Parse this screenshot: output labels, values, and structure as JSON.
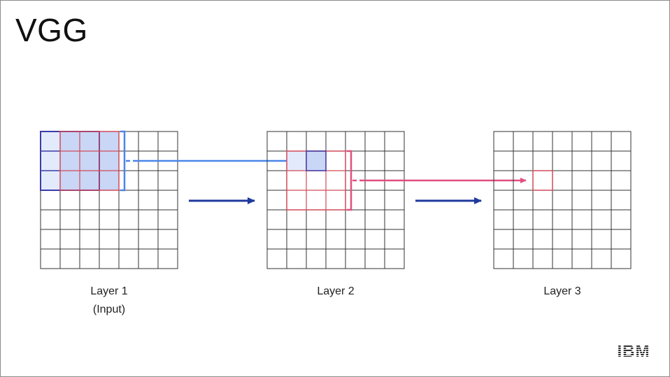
{
  "slide": {
    "title": "VGG"
  },
  "layers": [
    {
      "label": "Layer 1",
      "sublabel": "(Input)"
    },
    {
      "label": "Layer 2",
      "sublabel": ""
    },
    {
      "label": "Layer 3",
      "sublabel": ""
    }
  ],
  "logo": {
    "text": "IBM"
  },
  "colors": {
    "grid": "#333333",
    "blue_highlight": "#c5d3f6",
    "blue_border": "#3c3ca8",
    "blue_arrow": "#4a86e8",
    "red_border": "#d14a5a",
    "pink_arrow": "#e0507f",
    "navy_arrow": "#1f3a9c"
  }
}
